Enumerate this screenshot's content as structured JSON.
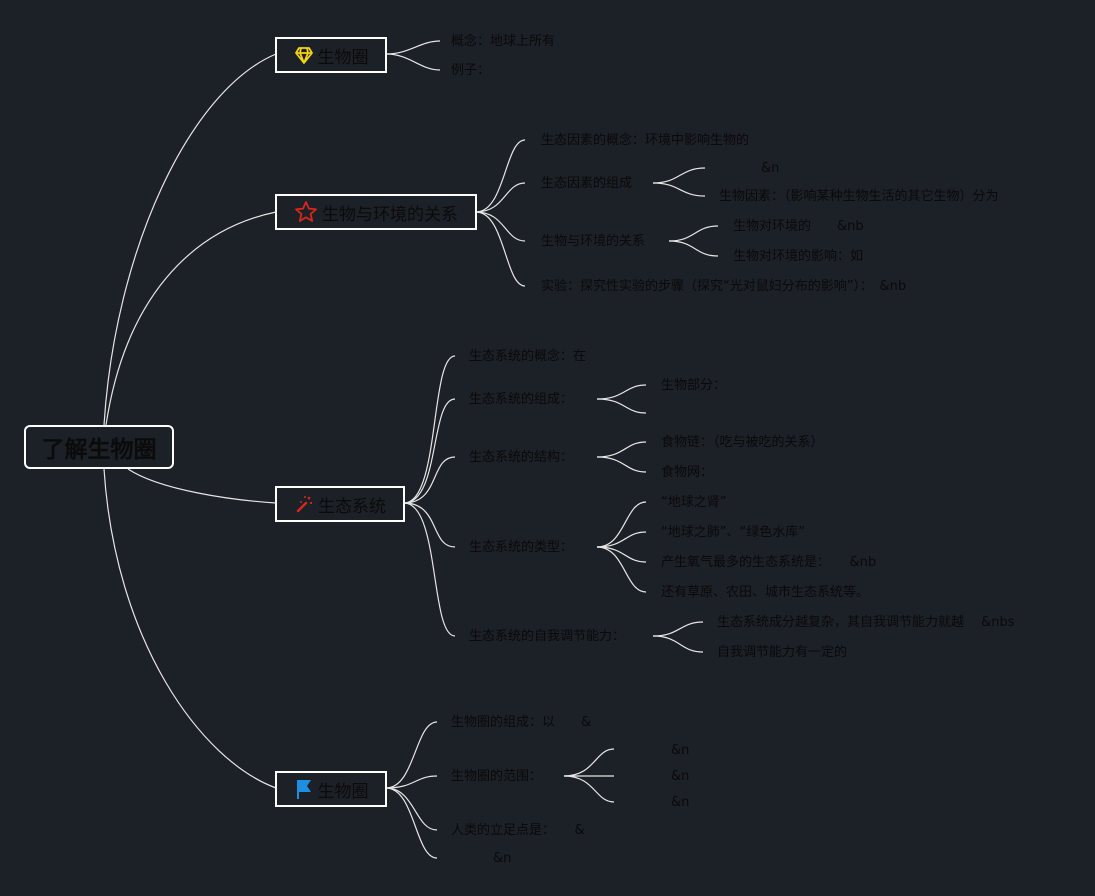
{
  "root": {
    "label": "了解生物圈"
  },
  "branches": [
    {
      "label": "生物圈",
      "icon": "diamond-icon",
      "icon_color": "#f5d31a",
      "items": [
        {
          "text": "概念：地球上所有"
        },
        {
          "text": "例子："
        }
      ]
    },
    {
      "label": "生物与环境的关系",
      "icon": "star-icon",
      "icon_color": "#d9261c",
      "items": [
        {
          "text": "生态因素的概念：环境中影响生物的"
        },
        {
          "text": "生态因素的组成",
          "children": [
            "&n",
            "生物因素：（影响某种生物生活的其它生物）分为"
          ]
        },
        {
          "text": "生物与环境的关系",
          "children": [
            "生物对环境的　　&nb",
            "生物对环境的影响：如"
          ]
        },
        {
          "text": "实验：探究性实验的步骤（探究“光对鼠妇分布的影响”）：　&nb"
        }
      ]
    },
    {
      "label": "生态系统",
      "icon": "magic-wand-icon",
      "icon_color": "#d9261c",
      "items": [
        {
          "text": "生态系统的概念：在"
        },
        {
          "text": "生态系统的组成：",
          "children": [
            "生物部分：",
            ""
          ]
        },
        {
          "text": "生态系统的结构：",
          "children": [
            "食物链：（吃与被吃的关系）",
            "食物网："
          ]
        },
        {
          "text": "生态系统的类型：",
          "children": [
            "“地球之肾”",
            "“地球之肺”、“绿色水库”",
            "产生氧气最多的生态系统是：　　&nb",
            "还有草原、农田、城市生态系统等。"
          ]
        },
        {
          "text": "生态系统的自我调节能力：",
          "children": [
            "生态系统成分越复杂，其自我调节能力就越　 &nbs",
            "自我调节能力有一定的"
          ]
        }
      ]
    },
    {
      "label": "生物圈",
      "icon": "flag-icon",
      "icon_color": "#1e8fe0",
      "items": [
        {
          "text": "生物圈的组成：以　　&"
        },
        {
          "text": "生物圈的范围：",
          "children": [
            "&n",
            "&n",
            "&n"
          ]
        },
        {
          "text": "人类的立足点是：　　&"
        },
        {
          "text": "&n"
        }
      ]
    }
  ]
}
